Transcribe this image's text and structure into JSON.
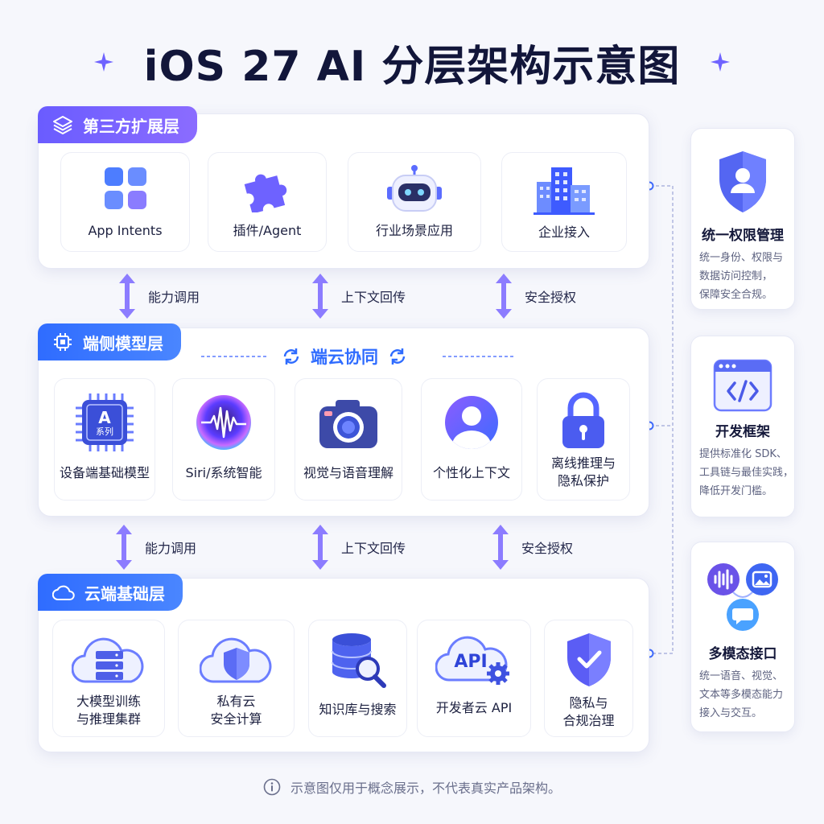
{
  "title": "iOS 27 AI 分层架构示意图",
  "layers": {
    "third_party": {
      "label": "第三方扩展层",
      "cards": [
        "App Intents",
        "插件/Agent",
        "行业场景应用",
        "企业接入"
      ]
    },
    "on_device": {
      "label": "端侧模型层",
      "sync_label": "端云协同",
      "chip_text": "A",
      "chip_sub": "系列",
      "cards": [
        "设备端基础模型",
        "Siri/系统智能",
        "视觉与语音理解",
        "个性化上下文",
        "离线推理与\n隐私保护"
      ]
    },
    "cloud": {
      "label": "云端基础层",
      "api_text": "API",
      "cards": [
        "大模型训练\n与推理集群",
        "私有云\n安全计算",
        "知识库与搜索",
        "开发者云 API",
        "隐私与\n合规治理"
      ]
    }
  },
  "connectors": {
    "upper": [
      "能力调用",
      "上下文回传",
      "安全授权"
    ],
    "lower": [
      "能力调用",
      "上下文回传",
      "安全授权"
    ]
  },
  "side": [
    {
      "title": "统一权限管理",
      "desc": "统一身份、权限与\n数据访问控制，\n保障安全合规。"
    },
    {
      "title": "开发框架",
      "desc": "提供标准化 SDK、\n工具链与最佳实践，\n降低开发门槛。"
    },
    {
      "title": "多模态接口",
      "desc": "统一语音、视觉、\n文本等多模态能力\n接入与交互。"
    }
  ],
  "footnote": "示意图仅用于概念展示，不代表真实产品架构。",
  "colors": {
    "purple": "#6a5cff",
    "blue": "#2f6cff",
    "text": "#1b1f3b"
  }
}
